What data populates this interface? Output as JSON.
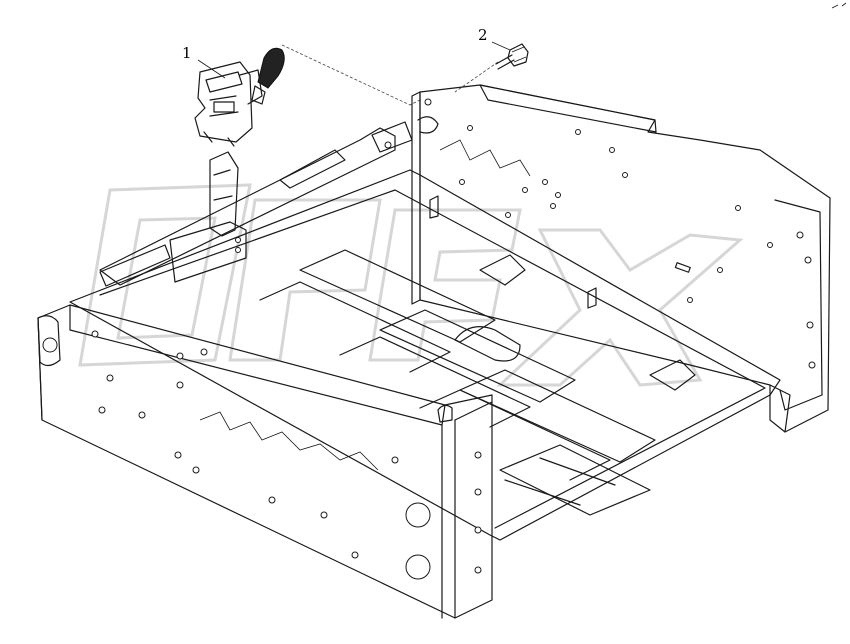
{
  "diagram": {
    "callouts": [
      {
        "id": "1",
        "label": "1"
      },
      {
        "id": "2",
        "label": "2"
      }
    ],
    "watermark": "OPEX"
  }
}
